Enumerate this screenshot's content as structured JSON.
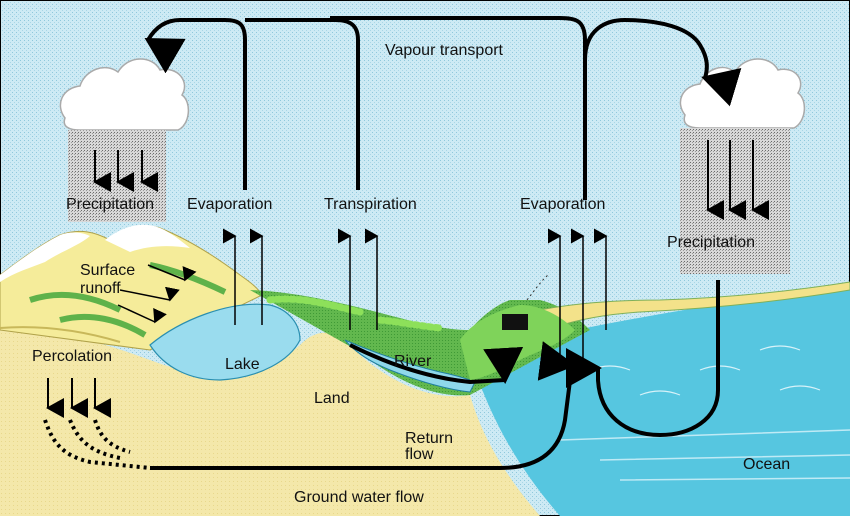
{
  "labels": {
    "vapour_transport": "Vapour transport",
    "precipitation_left": "Precipitation",
    "evaporation_left": "Evaporation",
    "transpiration": "Transpiration",
    "evaporation_right": "Evaporation",
    "precipitation_right": "Precipitation",
    "surface_runoff_line1": "Surface",
    "surface_runoff_line2": "runoff",
    "percolation": "Percolation",
    "lake": "Lake",
    "river": "River",
    "land": "Land",
    "return_flow_line1": "Return",
    "return_flow_line2": "flow",
    "ocean": "Ocean",
    "ground_water_flow": "Ground water flow"
  },
  "colors": {
    "sky": "#cfe8f2",
    "land": "#f3e6a6",
    "water": "#8fd8ea",
    "ocean": "#4fc3df",
    "vegetation": "#58b84a",
    "bright_vegetation": "#74d84a",
    "snow": "#ffffff",
    "rain": "#b9b9b9",
    "arrow": "#000000"
  }
}
